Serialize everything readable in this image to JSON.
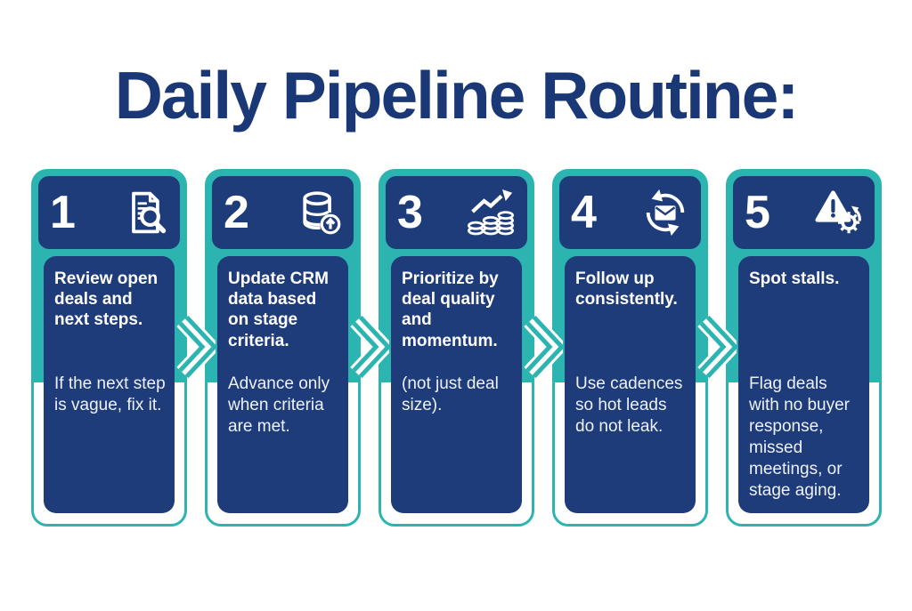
{
  "title": "Daily Pipeline Routine:",
  "colors": {
    "navy": "#1e3b7a",
    "title_navy": "#1b3876",
    "teal": "#2cb4b0",
    "background": "#ffffff",
    "text_light": "#eef2fa"
  },
  "steps": [
    {
      "number": "1",
      "icon": "document-search-icon",
      "heading": "Review open deals and next steps.",
      "body": "If the next step is vague, fix it."
    },
    {
      "number": "2",
      "icon": "database-upload-icon",
      "heading": "Update CRM data based on stage criteria.",
      "body": "Advance only when criteria are met."
    },
    {
      "number": "3",
      "icon": "coins-growth-icon",
      "heading": "Prioritize by deal quality and momentum.",
      "body": "(not just deal size)."
    },
    {
      "number": "4",
      "icon": "email-refresh-icon",
      "heading": "Follow up consistently.",
      "body": "Use cadences so hot leads do not leak."
    },
    {
      "number": "5",
      "icon": "warning-gear-icon",
      "heading": "Spot stalls.",
      "body": "Flag deals with no buyer response, missed meetings, or stage aging."
    }
  ]
}
